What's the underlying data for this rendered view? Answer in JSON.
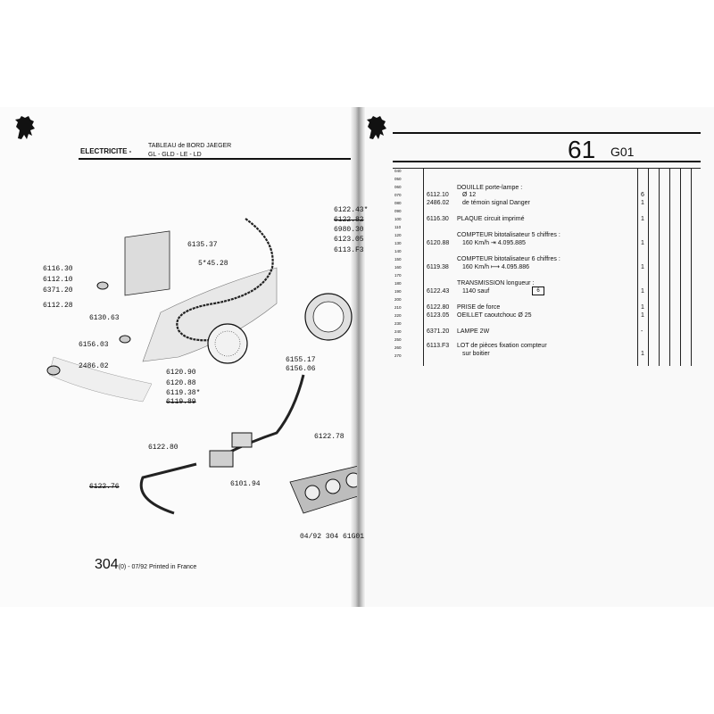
{
  "left_page": {
    "section_label": "ELECTRICITE -",
    "title_line1": "TABLEAU de BORD JAEGER",
    "title_line2": "GL - GLD - LE - LD",
    "diagram_code": "04/92  304  61G01",
    "footer_page": "304",
    "footer_suffix": "(0) - 07/92 Printed in France",
    "diagram_refs": [
      {
        "label": "6122.43*"
      },
      {
        "label": "6122.82"
      },
      {
        "label": "6980.30"
      },
      {
        "label": "6123.05"
      },
      {
        "label": "6113.F3"
      },
      {
        "label": "6135.37"
      },
      {
        "label": "5*45.28"
      },
      {
        "label": "6116.30"
      },
      {
        "label": "6112.10"
      },
      {
        "label": "6371.20"
      },
      {
        "label": "6112.28"
      },
      {
        "label": "6130.63"
      },
      {
        "label": "6156.03"
      },
      {
        "label": "2486.02"
      },
      {
        "label": "6155.17"
      },
      {
        "label": "6156.06"
      },
      {
        "label": "6120.90"
      },
      {
        "label": "6120.88"
      },
      {
        "label": "6119.38*"
      },
      {
        "label": "6119.89"
      },
      {
        "label": "6122.80"
      },
      {
        "label": "6122.78"
      },
      {
        "label": "6122.76"
      },
      {
        "label": "6101.94"
      }
    ]
  },
  "right_page": {
    "section_number": "61",
    "section_code": "G01",
    "line_codes": [
      "040",
      "050",
      "060",
      "070",
      "080",
      "090",
      "100",
      "110",
      "120",
      "130",
      "140",
      "150",
      "160",
      "170",
      "180",
      "190",
      "200",
      "210",
      "220",
      "230",
      "240",
      "250",
      "260",
      "270"
    ],
    "rows": [
      {
        "ref": "",
        "desc": "DOUILLE porte-lampe :",
        "qty": ""
      },
      {
        "ref": "6112.10",
        "desc": "Ø 12",
        "qty": "6"
      },
      {
        "ref": "2486.02",
        "desc": "de témoin signal Danger",
        "qty": "1"
      },
      {
        "ref": "6116.30",
        "desc": "PLAQUE circuit imprimé",
        "qty": "1"
      },
      {
        "ref": "",
        "desc": "COMPTEUR bitotalisateur 5 chiffres :",
        "qty": ""
      },
      {
        "ref": "6120.88",
        "desc": "160 Km/h    ⇥ 4.095.885",
        "qty": "1"
      },
      {
        "ref": "",
        "desc": "COMPTEUR bitotalisateur 6 chiffres :",
        "qty": ""
      },
      {
        "ref": "6119.38",
        "desc": "160 Km/h  ⟼ 4.095.886",
        "qty": "1"
      },
      {
        "ref": "",
        "desc": "TRANSMISSION longueur :",
        "qty": ""
      },
      {
        "ref": "6122.43",
        "desc": "1140   sauf",
        "qty": "1"
      },
      {
        "ref": "6122.80",
        "desc": "PRISE de force",
        "qty": "1"
      },
      {
        "ref": "6123.05",
        "desc": "OEILLET caoutchouc Ø 25",
        "qty": "1"
      },
      {
        "ref": "6371.20",
        "desc": "LAMPE 2W",
        "qty": "-"
      },
      {
        "ref": "6113.F3",
        "desc": "LOT de pièces fixation compteur",
        "qty": ""
      },
      {
        "ref": "",
        "desc": "sur boitier",
        "qty": "1"
      }
    ],
    "boxed_code": "6"
  },
  "colors": {
    "ink": "#111111",
    "paper": "#fbfbfb",
    "spine": "#9a9a9a"
  }
}
